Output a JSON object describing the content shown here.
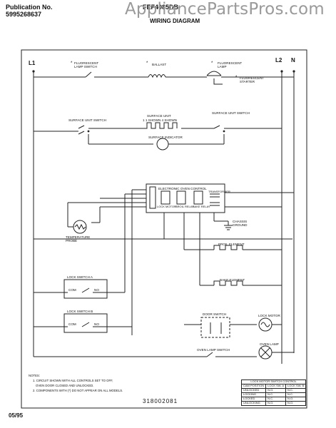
{
  "header": {
    "pub_label": "Publication No.",
    "pub_number": "5995268637",
    "model": "FEF4085DB",
    "watermark": "AppliancePartsPros.com",
    "title": "WIRING DIAGRAM"
  },
  "lines": {
    "l1": "L1",
    "l2": "L2",
    "n": "N"
  },
  "components": {
    "fl_lamp_switch": "FLUORESCENT LAMP SWITCH",
    "ballast": "BALLAST",
    "fl_lamp": "FLUORESCENT LAMP",
    "fl_starter": "FLUORESCENT STARTER",
    "surface_switch_left": "SURFACE UNIT SWITCH",
    "surface_unit": "SURFACE UNIT",
    "surface_unit_sub": "1 1 SHOWN 4 SHOWN",
    "surface_switch_right": "SURFACE UNIT SWITCH",
    "surface_indicator": "SURFACE INDICATOR",
    "oven_control": "ELECTRONIC OVEN CONTROL",
    "lock_motor": "LOCK MOTOR",
    "broil_relay": "BROIL RELAY",
    "bake_relay": "BAKE RELAY",
    "transformer": "TRANSFORMER",
    "chassis_ground": "CHASSIS GROUND",
    "temp_probe": "TEMPERATURE PROBE",
    "broil_element": "BROIL ELEMENT",
    "bake_element": "BAKE ELEMENT",
    "lock_switch_a": "LOCK SWITCH A",
    "lock_switch_b": "LOCK SWITCH B",
    "door_switch": "DOOR SWITCH",
    "lock_motor_right": "LOCK MOTOR",
    "oven_lamp_switch": "OVEN LAMP SWITCH",
    "oven_lamp": "OVEN LAMP",
    "com_a": "COM",
    "no_a": "NO",
    "com_b": "COM",
    "no_b": "NO"
  },
  "notes": {
    "title": "NOTES:",
    "line1": "1. CIRCUIT SHOWN WITH ALL CONTROLS SET TO OFF,",
    "line2": "OVEN DOOR CLOSED AND UNLOCKED.",
    "line3": "2. COMPONENTS WITH (*) DO NOT APPEAR ON ALL MODELS."
  },
  "part_number": "318002081",
  "date": "05/95",
  "lock_table": {
    "title": "LOCK MOTOR SWITCH CONTROL",
    "headers": [
      "CAM POSITION",
      "LOCK SW. A",
      "LOCK SW. B"
    ],
    "rows": [
      [
        "UNLOCKED",
        "N.O.",
        "N.C."
      ],
      [
        "LOCKING",
        "N.C.",
        "N.C."
      ],
      [
        "LOCKED",
        "N.C.",
        "N.O."
      ],
      [
        "UNLOCKING",
        "N.O.",
        "N.O."
      ]
    ]
  }
}
